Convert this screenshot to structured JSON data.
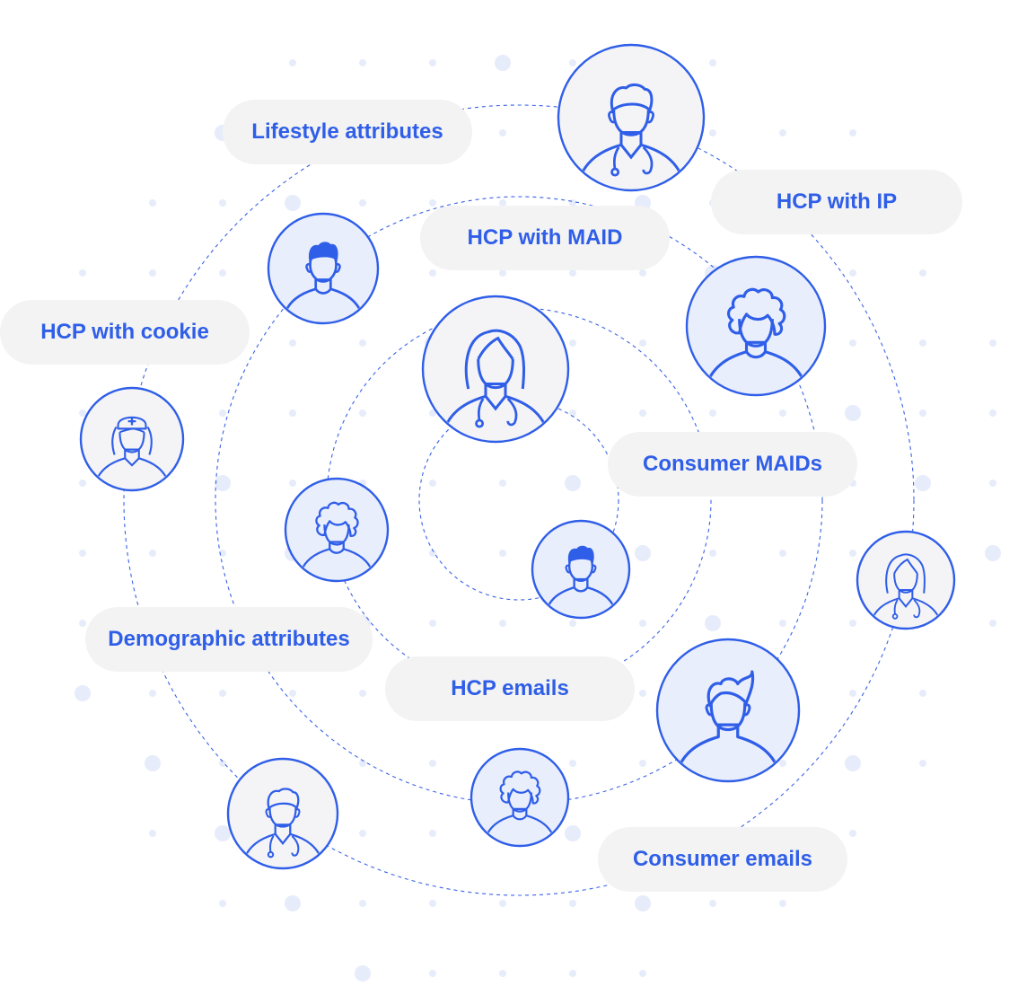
{
  "colors": {
    "accent": "#2f5ee8",
    "pill_background": "#f3f3f3",
    "avatar_fill_light": "#f4f4f6",
    "avatar_fill_tinted": "#e9eefc",
    "ring_stroke": "#3a63e6",
    "dot_color": "#e7ecfb"
  },
  "labels": {
    "lifestyle": "Lifestyle attributes",
    "hcp_ip": "HCP with IP",
    "hcp_maid": "HCP with MAID",
    "hcp_cookie": "HCP with cookie",
    "consumer_maids": "Consumer MAIDs",
    "demographic": "Demographic attributes",
    "hcp_emails": "HCP emails",
    "consumer_emails": "Consumer emails"
  },
  "avatars": [
    {
      "id": "doctor-male-top",
      "icon": "doctor-male-icon"
    },
    {
      "id": "man-upper-left",
      "icon": "man-icon"
    },
    {
      "id": "woman-curly-right",
      "icon": "woman-curly-icon"
    },
    {
      "id": "doctor-female-center",
      "icon": "doctor-female-icon"
    },
    {
      "id": "nurse-left",
      "icon": "nurse-icon"
    },
    {
      "id": "woman-curly-left",
      "icon": "woman-curly-icon"
    },
    {
      "id": "man-center",
      "icon": "man-icon"
    },
    {
      "id": "doctor-female-right",
      "icon": "doctor-female-icon"
    },
    {
      "id": "man-wavy-right",
      "icon": "man-wavy-icon"
    },
    {
      "id": "woman-curly-bottom",
      "icon": "woman-curly-icon"
    },
    {
      "id": "doctor-male-bottom-left",
      "icon": "doctor-male-icon"
    }
  ]
}
